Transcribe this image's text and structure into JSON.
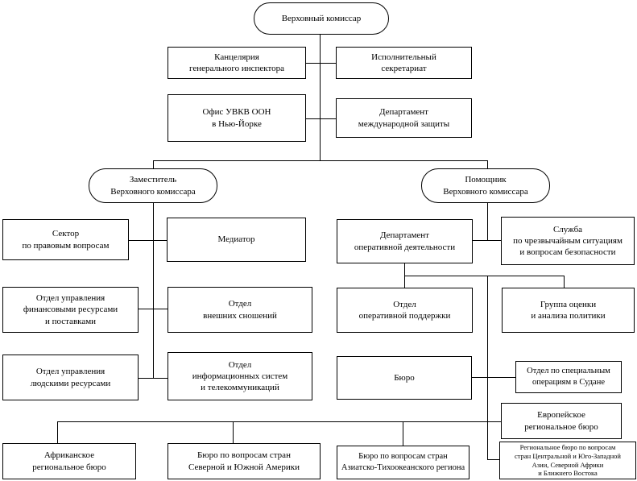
{
  "colors": {
    "background": "#ffffff",
    "border": "#000000",
    "text": "#000000"
  },
  "nodes": {
    "high_commissioner": {
      "label": "Верховный комиссар"
    },
    "inspector_general_office": {
      "label": "Канцелярия\nгенерального инспектора"
    },
    "executive_secretariat": {
      "label": "Исполнительный\nсекретариат"
    },
    "unhcr_ny_office": {
      "label": "Офис УВКВ ООН\nв Нью-Йорке"
    },
    "intl_protection_dept": {
      "label": "Департамент\nмеждународной защиты"
    },
    "deputy_high_commissioner": {
      "label": "Заместитель\nВерховного комиссара"
    },
    "assistant_high_commissioner": {
      "label": "Помощник\nВерховного комиссара"
    },
    "legal_affairs_sector": {
      "label": "Сектор\nпо правовым вопросам"
    },
    "mediator": {
      "label": "Медиатор"
    },
    "financial_resources_division": {
      "label": "Отдел управления\nфинансовыми ресурсами\nи поставками"
    },
    "external_relations_division": {
      "label": "Отдел\nвнешних сношений"
    },
    "human_resources_division": {
      "label": "Отдел управления\nлюдскими ресурсами"
    },
    "information_systems_division": {
      "label": "Отдел\nинформационных систем\nи телекоммуникаций"
    },
    "operations_dept": {
      "label": "Департамент\nоперативной деятельности"
    },
    "emergency_security_service": {
      "label": "Служба\nпо чрезвычайным ситуациям\nи вопросам безопасности"
    },
    "operational_support_division": {
      "label": "Отдел\nоперативной поддержки"
    },
    "policy_evaluation_unit": {
      "label": "Группа оценки\nи анализа политики"
    },
    "bureaux": {
      "label": "Бюро"
    },
    "sudan_special_operations": {
      "label": "Отдел по специальным\nоперациям в Судане"
    },
    "european_bureau": {
      "label": "Европейское\nрегиональное бюро"
    },
    "regional_bureau_csw_asia": {
      "label": "Региональное бюро по вопросам\nстран Центральной и Юго-Западной\nАзии, Северной Африки\nи Ближнего Востока"
    },
    "african_bureau": {
      "label": "Африканское\nрегиональное бюро"
    },
    "americas_bureau": {
      "label": "Бюро по вопросам стран\nСеверной и Южной Америки"
    },
    "asia_pacific_bureau": {
      "label": "Бюро по вопросам стран\nАзиатско-Тихоокеанского региона"
    }
  }
}
